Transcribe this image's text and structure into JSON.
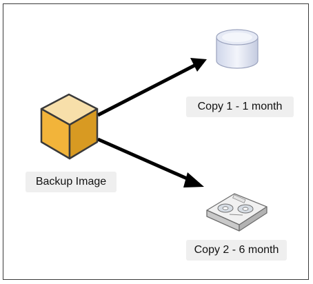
{
  "diagram": {
    "source": {
      "label": "Backup Image",
      "icon": "cube-icon"
    },
    "targets": [
      {
        "label": "Copy 1 - 1 month",
        "icon": "disk-cylinder-icon"
      },
      {
        "label": "Copy 2 - 6 month",
        "icon": "tape-cartridge-icon"
      }
    ]
  },
  "colors": {
    "cube_top": "#f7dfaa",
    "cube_left": "#f2b43a",
    "cube_right": "#d89a22",
    "arrow": "#000000",
    "label_bg": "#efefef",
    "border": "#3a3a3a"
  }
}
